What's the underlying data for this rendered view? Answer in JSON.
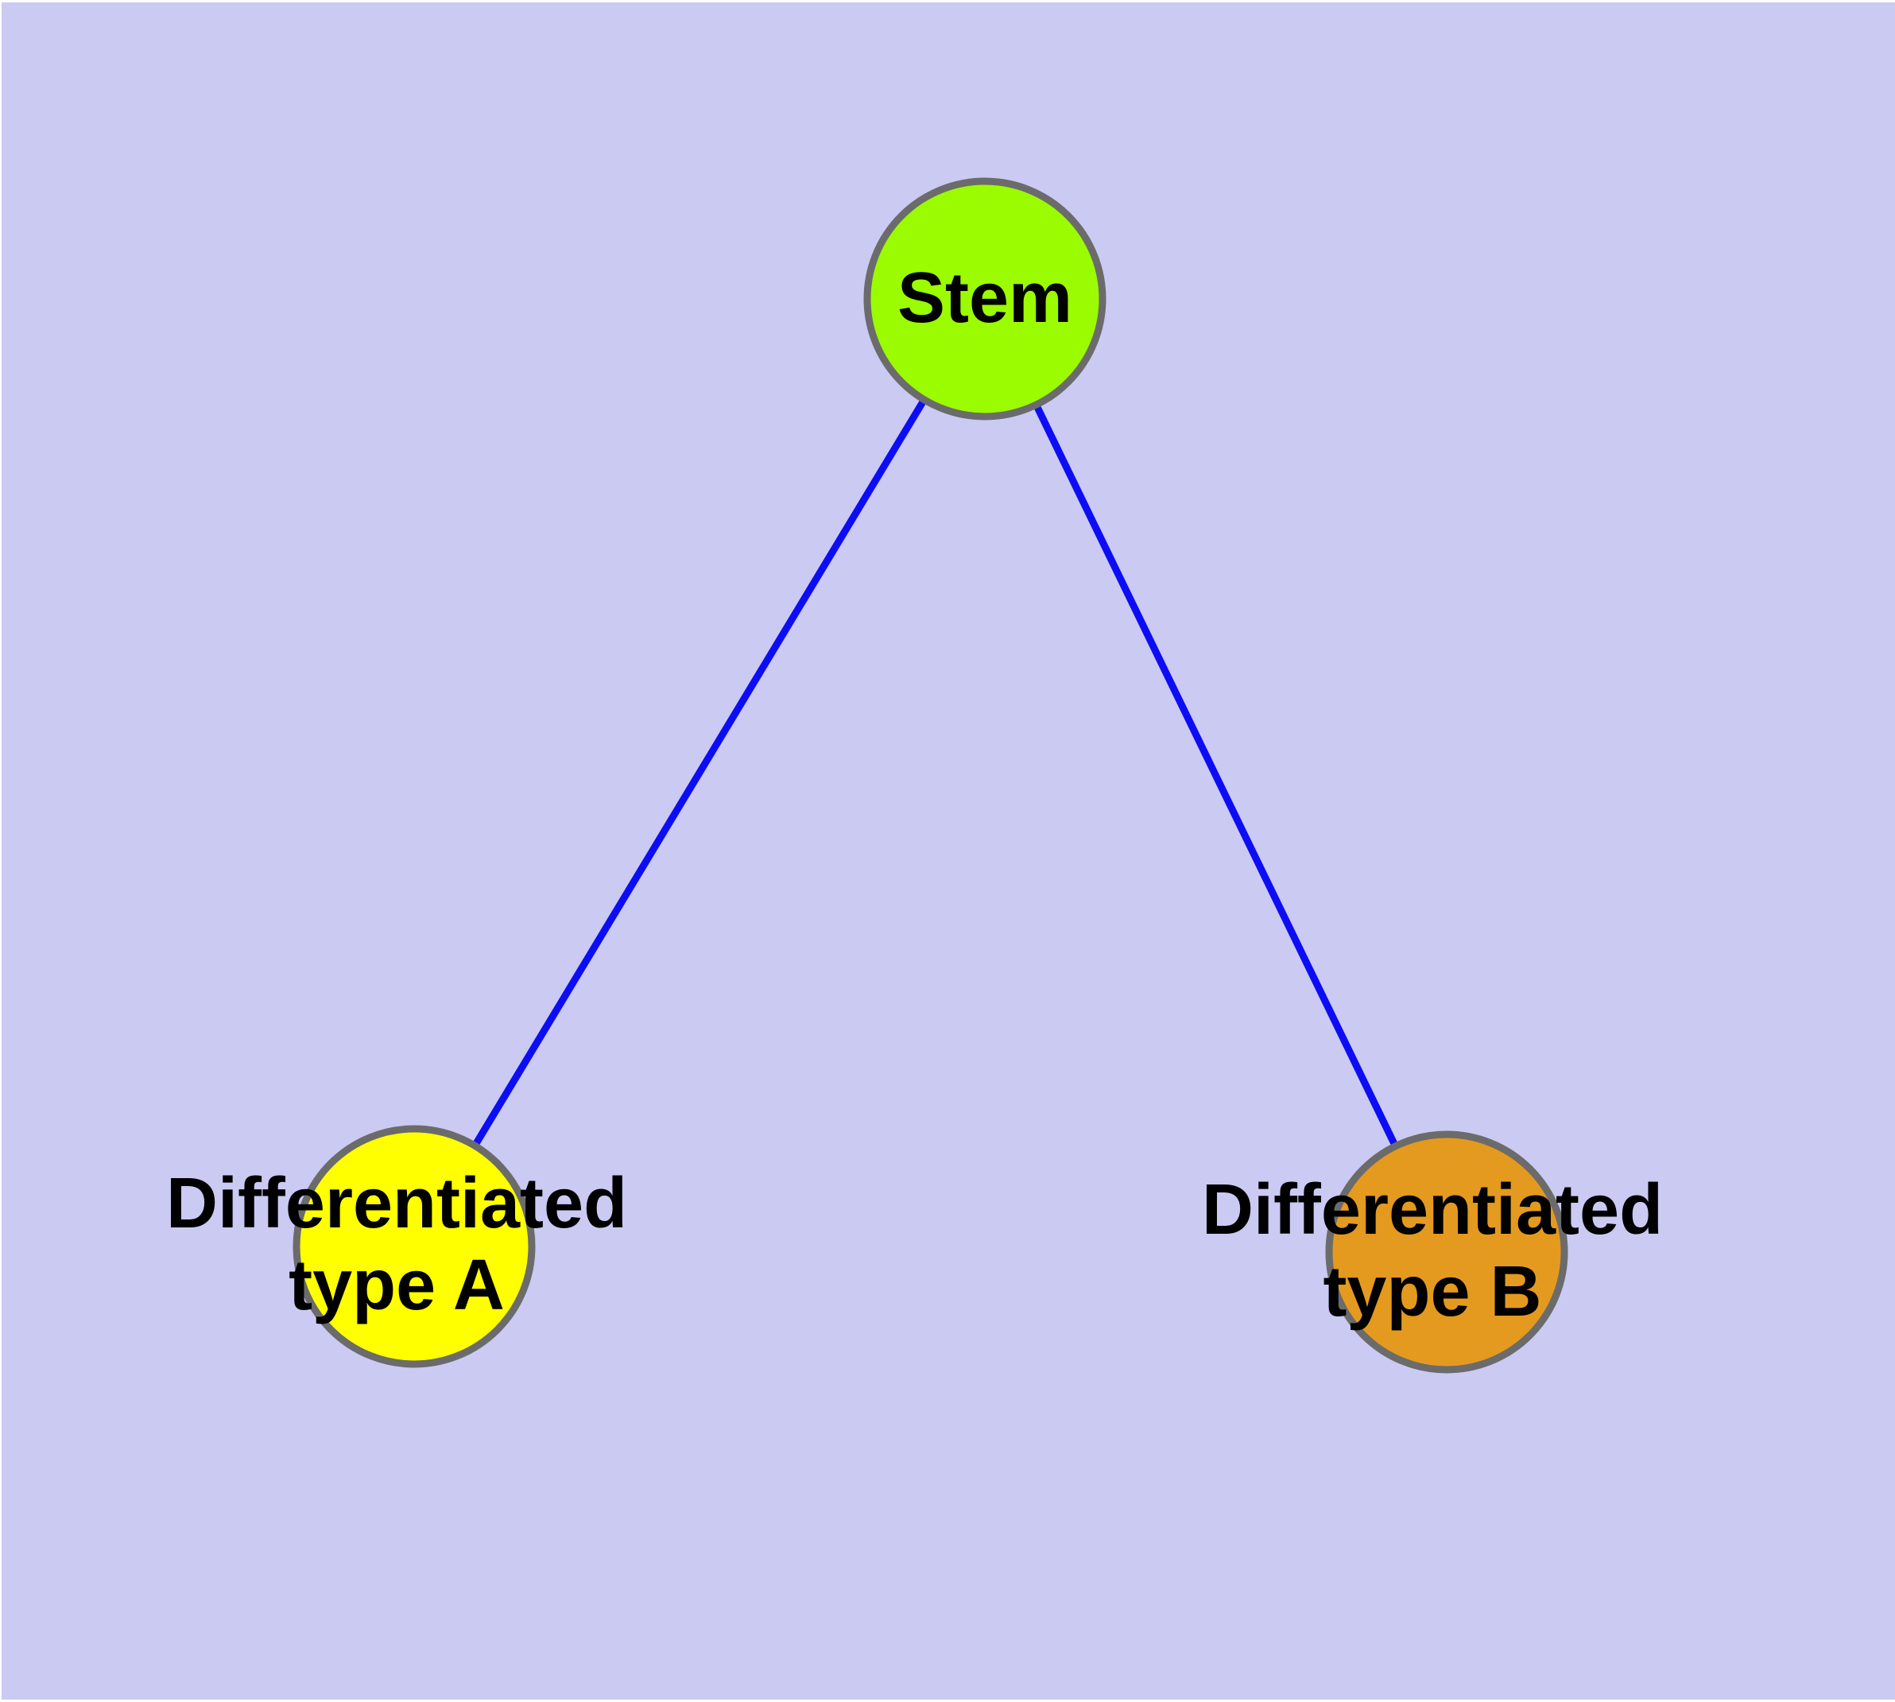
{
  "diagram": {
    "type": "graph",
    "background_color": "#CACAF3",
    "edge_color": "#0D0DF5",
    "node_border_color": "#6B6B6B",
    "label_color": "#000000",
    "nodes": [
      {
        "id": "stem",
        "label": "Stem",
        "fill": "#9BFB00"
      },
      {
        "id": "differentiated-type-a",
        "label": "Differentiated type A",
        "label_line1": "Differentiated",
        "label_line2": "type A",
        "fill": "#FFFF00"
      },
      {
        "id": "differentiated-type-b",
        "label": "Differentiated type B",
        "label_line1": "Differentiated",
        "label_line2": "type B",
        "fill": "#E49A1E"
      }
    ],
    "edges": [
      {
        "from": "Stem",
        "to": "Differentiated type A"
      },
      {
        "from": "Stem",
        "to": "Differentiated type B"
      }
    ]
  }
}
